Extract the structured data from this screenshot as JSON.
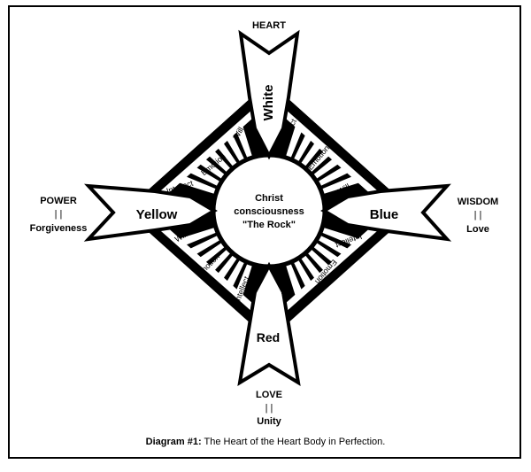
{
  "directions": {
    "top": "HEART",
    "left": "POWER",
    "left_sub": "Forgiveness",
    "right": "WISDOM",
    "right_sub": "Love",
    "bottom": "LOVE",
    "bottom_sub": "Unity",
    "separator": "| |"
  },
  "colors": {
    "top": "White",
    "left": "Yellow",
    "right": "Blue",
    "bottom": "Red"
  },
  "center": {
    "line1": "Christ",
    "line2": "consciousness",
    "line3": "\"The Rock\""
  },
  "rays": {
    "will": "Will",
    "emotion": "Emotion",
    "intellect": "Intellect"
  },
  "caption": {
    "prefix": "Diagram #1:",
    "text": "The Heart of the Heart Body in Perfection."
  }
}
